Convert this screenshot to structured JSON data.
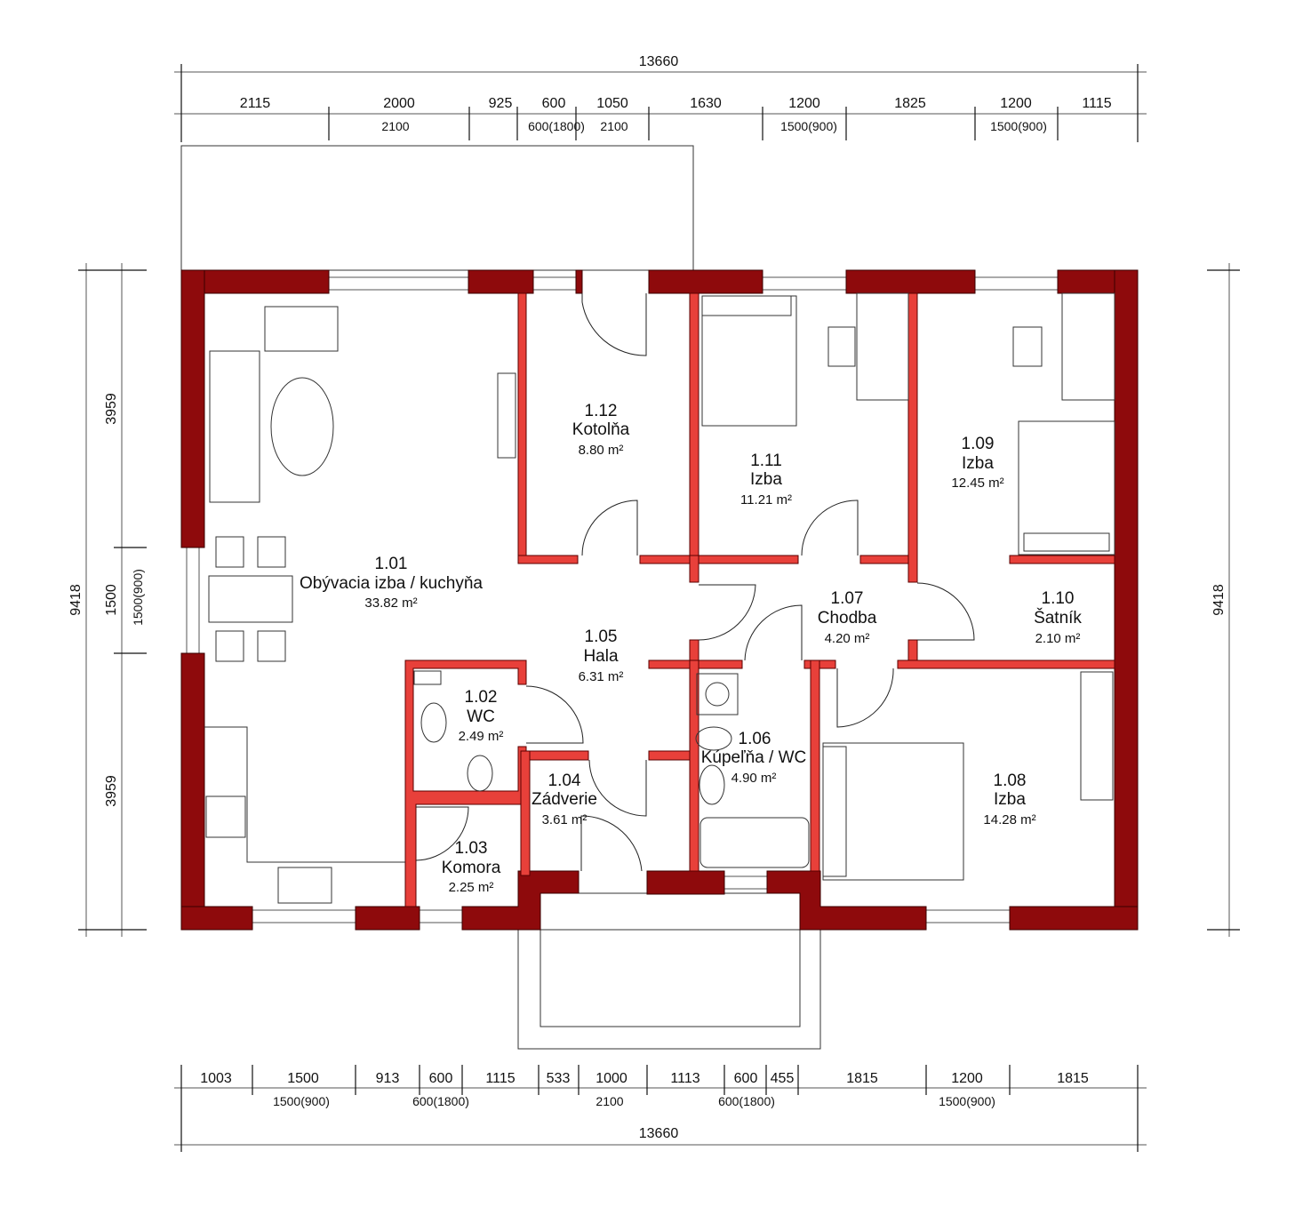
{
  "dimensions": {
    "top_total": "13660",
    "top_segments": [
      "2115",
      "2000",
      "925",
      "600",
      "1050",
      "1630",
      "1200",
      "1825",
      "1200",
      "1115"
    ],
    "top_sub": [
      "2100",
      "600(1800)",
      "2100",
      "1500(900)",
      "1500(900)"
    ],
    "bottom_total": "13660",
    "bottom_segments": [
      "1003",
      "1500",
      "913",
      "600",
      "1115",
      "533",
      "1000",
      "1113",
      "600",
      "455",
      "1815",
      "1200",
      "1815"
    ],
    "bottom_sub": [
      "1500(900)",
      "600(1800)",
      "2100",
      "600(1800)",
      "1500(900)"
    ],
    "left_total": "9418",
    "left_segments": [
      "3959",
      "1500",
      "3959"
    ],
    "left_sub": "1500(900)",
    "right_total": "9418"
  },
  "rooms": [
    {
      "number": "1.01",
      "name": "Obývacia izba / kuchyňa",
      "area": "33.82 m²"
    },
    {
      "number": "1.12",
      "name": "Kotolňa",
      "area": "8.80 m²"
    },
    {
      "number": "1.11",
      "name": "Izba",
      "area": "11.21 m²"
    },
    {
      "number": "1.09",
      "name": "Izba",
      "area": "12.45 m²"
    },
    {
      "number": "1.07",
      "name": "Chodba",
      "area": "4.20 m²"
    },
    {
      "number": "1.10",
      "name": "Šatník",
      "area": "2.10 m²"
    },
    {
      "number": "1.05",
      "name": "Hala",
      "area": "6.31 m²"
    },
    {
      "number": "1.02",
      "name": "WC",
      "area": "2.49 m²"
    },
    {
      "number": "1.06",
      "name": "Kúpeľňa / WC",
      "area": "4.90 m²"
    },
    {
      "number": "1.04",
      "name": "Zádverie",
      "area": "3.61 m²"
    },
    {
      "number": "1.03",
      "name": "Komora",
      "area": "2.25 m²"
    },
    {
      "number": "1.08",
      "name": "Izba",
      "area": "14.28 m²"
    }
  ],
  "colors": {
    "exterior_wall": "#8e0a0c",
    "interior_wall": "#e8403a"
  }
}
